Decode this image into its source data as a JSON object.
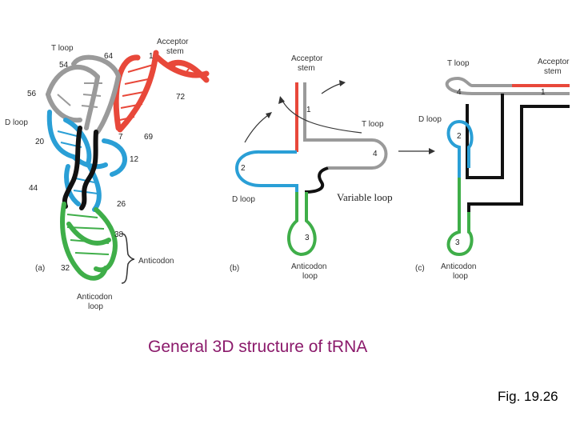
{
  "colors": {
    "acceptor": "#e8483a",
    "t_loop": "#9a9a9a",
    "d_loop": "#2a9fd6",
    "anticodon": "#3fae49",
    "variable": "#111111",
    "caption": "#8b1a6b"
  },
  "panel_a": {
    "tag": "(a)",
    "labels": {
      "t_loop": "T loop",
      "acceptor_line1": "Acceptor",
      "acceptor_line2": "stem",
      "d_loop": "D loop",
      "anticodon": "Anticodon",
      "anticodon_loop_line1": "Anticodon",
      "anticodon_loop_line2": "loop"
    },
    "numbers": [
      "54",
      "64",
      "1",
      "56",
      "72",
      "20",
      "7",
      "69",
      "12",
      "44",
      "26",
      "38",
      "32"
    ]
  },
  "panel_b": {
    "tag": "(b)",
    "labels": {
      "acceptor_line1": "Acceptor",
      "acceptor_line2": "stem",
      "t_loop": "T loop",
      "d_loop": "D loop",
      "variable_loop": "Variable loop",
      "anticodon_line1": "Anticodon",
      "anticodon_line2": "loop"
    },
    "numbers": [
      "1",
      "2",
      "3",
      "4"
    ]
  },
  "panel_c": {
    "tag": "(c)",
    "labels": {
      "t_loop": "T loop",
      "acceptor_line1": "Acceptor",
      "acceptor_line2": "stem",
      "d_loop": "D loop",
      "anticodon_line1": "Anticodon",
      "anticodon_line2": "loop"
    },
    "numbers": [
      "4",
      "1",
      "2",
      "3"
    ]
  },
  "caption": "General 3D structure of tRNA",
  "figure_ref": "Fig. 19.26"
}
